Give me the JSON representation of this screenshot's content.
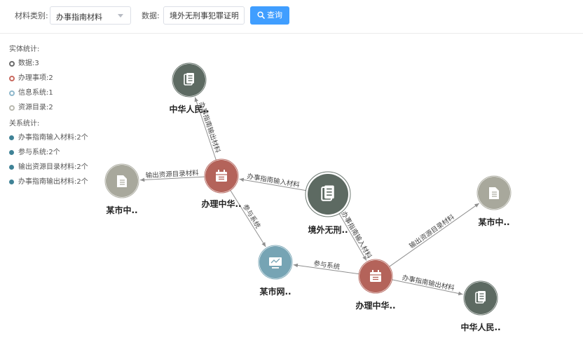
{
  "toolbar": {
    "category_label": "材料类别:",
    "category_value": "办事指南材料",
    "data_label": "数据:",
    "data_value": "境外无刑事犯罪证明",
    "query_button": "查询"
  },
  "stats": {
    "entity_title": "实体统计:",
    "entities": [
      {
        "label": "数据:3",
        "color": "#6b6b6b"
      },
      {
        "label": "办理事项:2",
        "color": "#c96a60"
      },
      {
        "label": "信息系统:1",
        "color": "#8fb8cc"
      },
      {
        "label": "资源目录:2",
        "color": "#b9b9b0"
      }
    ],
    "relation_title": "关系统计:",
    "relations": [
      {
        "label": "办事指南输入材料:2个",
        "color": "#3f8296"
      },
      {
        "label": "参与系统:2个",
        "color": "#3f8296"
      },
      {
        "label": "输出资源目录材料:2个",
        "color": "#3f8296"
      },
      {
        "label": "办事指南输出材料:2个",
        "color": "#3f8296"
      }
    ]
  },
  "graph": {
    "colors": {
      "data": "#5d6a62",
      "matter": "#b4635a",
      "system": "#76a4b4",
      "catalog": "#a8a89c",
      "edge": "#8f8f8f"
    },
    "nodes": [
      {
        "id": "center",
        "label": "境外无刑..",
        "type": "data",
        "icon": "document-icon"
      },
      {
        "id": "data_top",
        "label": "中华人民..",
        "type": "data",
        "icon": "document-icon"
      },
      {
        "id": "data_bottom",
        "label": "中华人民..",
        "type": "data",
        "icon": "document-icon"
      },
      {
        "id": "matter_1",
        "label": "办理中华..",
        "type": "matter",
        "icon": "calendar-icon"
      },
      {
        "id": "matter_2",
        "label": "办理中华..",
        "type": "matter",
        "icon": "calendar-icon"
      },
      {
        "id": "system",
        "label": "某市网..",
        "type": "system",
        "icon": "monitor-icon"
      },
      {
        "id": "catalog_left",
        "label": "某市中..",
        "type": "catalog",
        "icon": "folder-icon"
      },
      {
        "id": "catalog_right",
        "label": "某市中..",
        "type": "catalog",
        "icon": "folder-icon"
      }
    ],
    "edges": [
      {
        "source": "center",
        "target": "matter_1",
        "label": "办事指南输入材料"
      },
      {
        "source": "center",
        "target": "matter_2",
        "label": "办事指南输入材料"
      },
      {
        "source": "matter_1",
        "target": "data_top",
        "label": "办事指南输出材料"
      },
      {
        "source": "matter_1",
        "target": "catalog_left",
        "label": "输出资源目录材料"
      },
      {
        "source": "matter_1",
        "target": "system",
        "label": "参与系统"
      },
      {
        "source": "matter_2",
        "target": "system",
        "label": "参与系统"
      },
      {
        "source": "matter_2",
        "target": "catalog_right",
        "label": "输出资源目录材料"
      },
      {
        "source": "matter_2",
        "target": "data_bottom",
        "label": "办事指南输出材料"
      }
    ]
  }
}
